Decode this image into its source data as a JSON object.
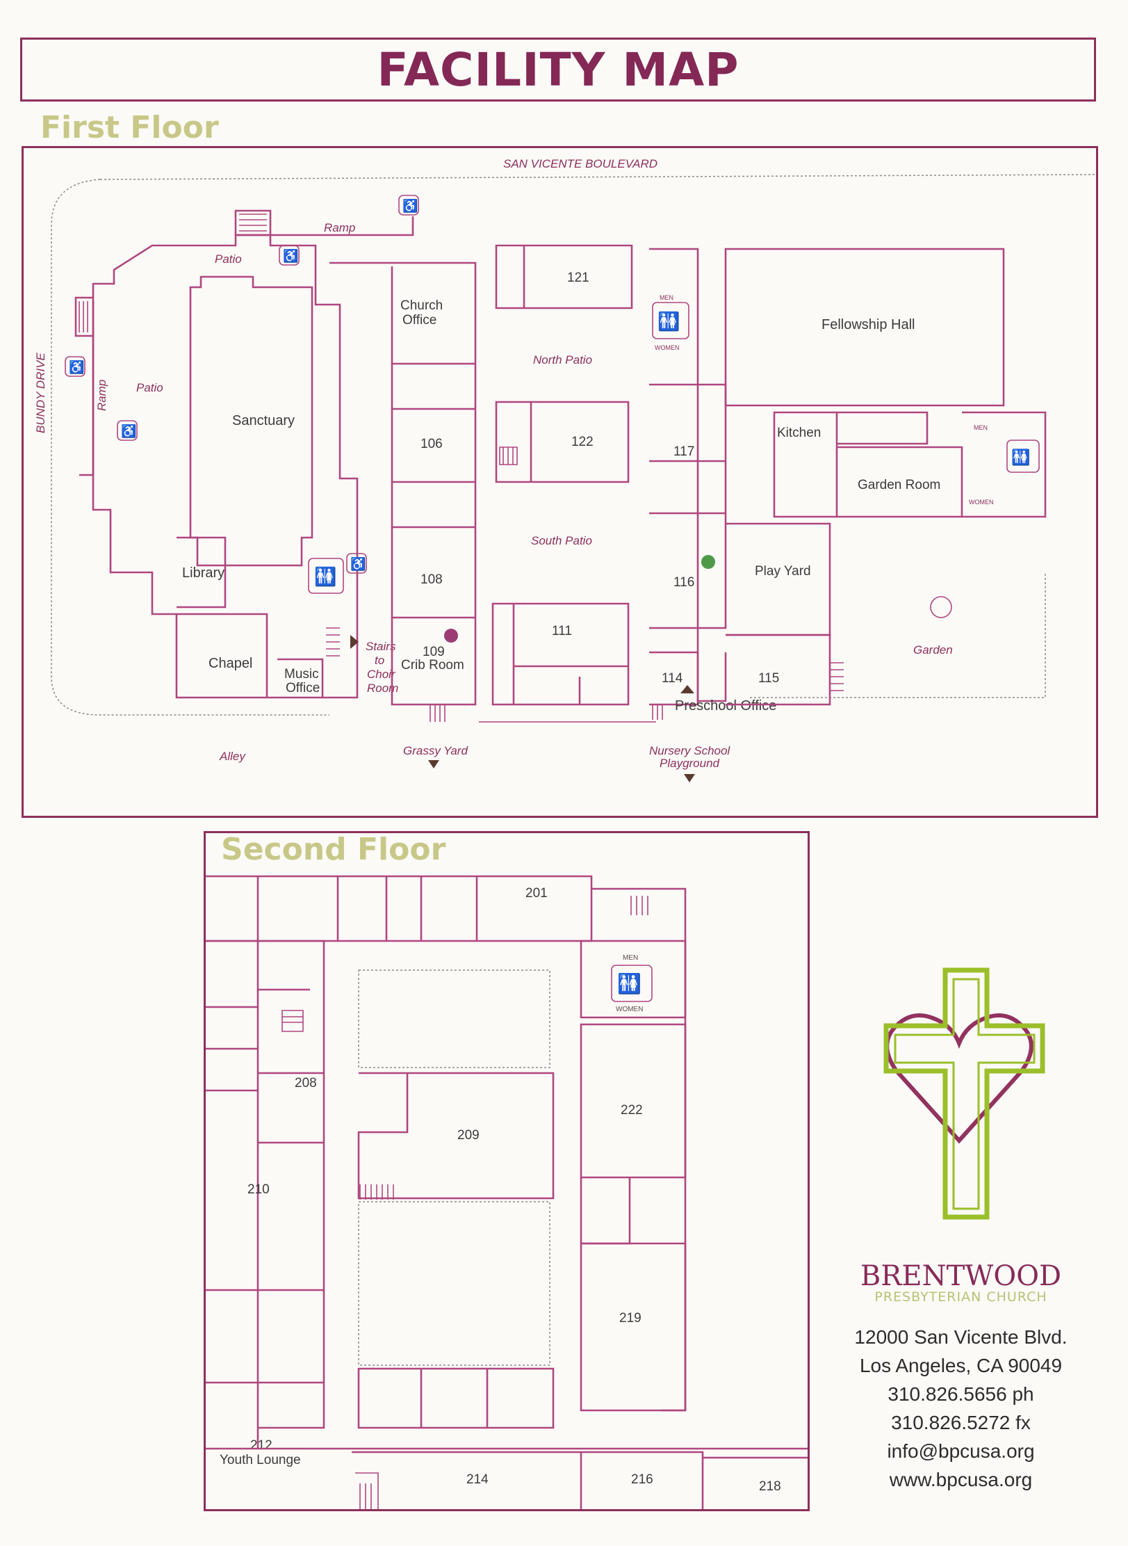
{
  "title": "FACILITY MAP",
  "first_floor": {
    "label": "First Floor",
    "streets": {
      "north": "SAN VICENTE BOULEVARD",
      "west": "BUNDY DRIVE",
      "south": "Alley"
    },
    "areas": {
      "ramp_top": "Ramp",
      "patio_top": "Patio",
      "ramp_left": "Ramp",
      "patio_left": "Patio",
      "north_patio": "North Patio",
      "south_patio": "South Patio",
      "grassy_yard": "Grassy Yard",
      "nursery_playground_1": "Nursery School",
      "nursery_playground_2": "Playground",
      "garden": "Garden",
      "stairs_1": "Stairs",
      "stairs_2": "to",
      "stairs_3": "Choir",
      "stairs_4": "Room"
    },
    "rooms": {
      "sanctuary": "Sanctuary",
      "church_office_1": "Church",
      "church_office_2": "Office",
      "library": "Library",
      "chapel": "Chapel",
      "music_office_1": "Music",
      "music_office_2": "Office",
      "r106": "106",
      "r108": "108",
      "r109": "109",
      "crib_room": "Crib Room",
      "r121": "121",
      "r122": "122",
      "r111": "111",
      "r117": "117",
      "r116": "116",
      "r114": "114",
      "r115": "115",
      "preschool_office": "Preschool Office",
      "fellowship_hall": "Fellowship Hall",
      "kitchen": "Kitchen",
      "garden_room": "Garden Room",
      "play_yard": "Play Yard",
      "men": "MEN",
      "women": "WOMEN"
    }
  },
  "second_floor": {
    "label": "Second Floor",
    "rooms": {
      "r201": "201",
      "r208": "208",
      "r209": "209",
      "r210": "210",
      "r212": "212",
      "youth_lounge": "Youth Lounge",
      "r214": "214",
      "r216": "216",
      "r218": "218",
      "r219": "219",
      "r222": "222",
      "men": "MEN",
      "women": "WOMEN"
    }
  },
  "church": {
    "name": "BRENTWOOD",
    "subtitle": "PRESBYTERIAN CHURCH",
    "address_line1": "12000 San Vicente Blvd.",
    "address_line2": "Los Angeles, CA 90049",
    "phone": "310.826.5656 ph",
    "fax": "310.826.5272 fx",
    "email": "info@bpcusa.org",
    "website": "www.bpcusa.org"
  },
  "colors": {
    "brand": "#842856",
    "walls": "#b0467f",
    "label_green": "#c7c888",
    "cross_green": "#9bbf2a",
    "marker_purple": "#9b3d74",
    "marker_green": "#4f9a48"
  },
  "icons": [
    "accessible-icon",
    "restroom-icon",
    "cross-heart-logo"
  ]
}
